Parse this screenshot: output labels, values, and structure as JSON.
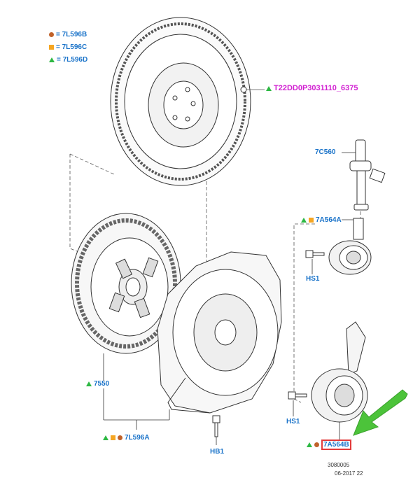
{
  "legend": [
    {
      "symbol": "dot",
      "label": "= 7L596B"
    },
    {
      "symbol": "square",
      "label": "= 7L596C"
    },
    {
      "symbol": "triangle",
      "label": "= 7L596D"
    }
  ],
  "reference_label": "T22DD0P3031110_6375",
  "parts": {
    "slave_cylinder_pipe": "7C560",
    "bearing_upper": "7A564A",
    "bolt_upper": "HS1",
    "clutch_disc": "7550",
    "clutch_kit": "7L596A",
    "bolt_pressure_plate": "HB1",
    "bolt_lower": "HS1",
    "bearing_lower": "7A564B"
  },
  "footer": {
    "drawing_number": "3080005",
    "date": "06-2017 22"
  },
  "colors": {
    "label_blue": "#1a73c9",
    "ref_magenta": "#d11fd1",
    "dot_brown": "#c0622a",
    "square_orange": "#f5a623",
    "triangle_green": "#2db843",
    "highlight_red": "#e23b3b",
    "arrow_green": "#4cc33a"
  }
}
